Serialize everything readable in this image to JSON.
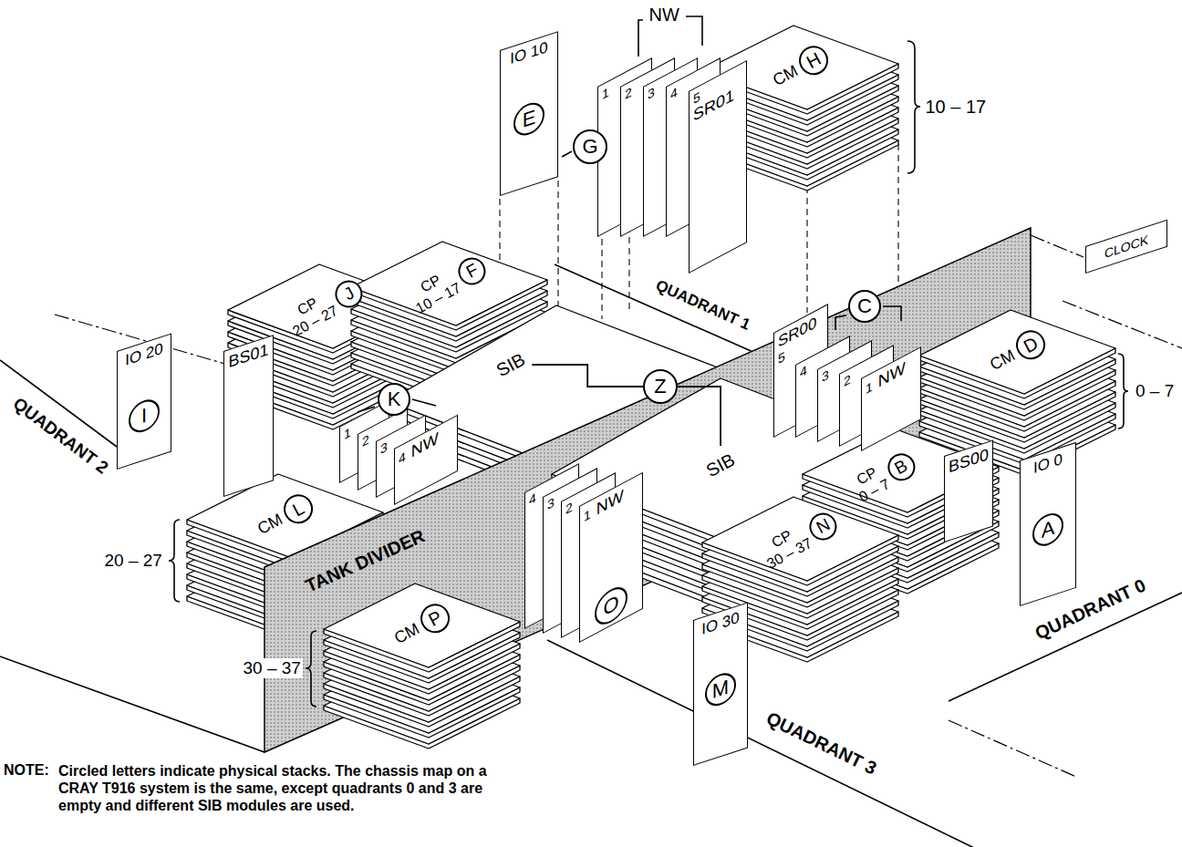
{
  "diagram": {
    "nodes": [
      {
        "text": [
          "IO 10"
        ]
      },
      {
        "text": [
          "E"
        ],
        "in": 0
      },
      {
        "text": [
          "1"
        ]
      },
      {
        "text": [
          "2"
        ]
      },
      {
        "text": [
          "3"
        ]
      },
      {
        "text": [
          "4"
        ]
      },
      {
        "text": [
          "5",
          "SR01"
        ]
      },
      {
        "text": [
          "G"
        ]
      },
      {
        "text": [
          "CM"
        ]
      },
      {
        "text": [
          "H"
        ],
        "in": 8
      },
      {
        "text": [
          "CLOCK"
        ]
      },
      {
        "text": [
          "CP",
          "10 – 17"
        ]
      },
      {
        "text": [
          "F"
        ],
        "in": 11
      },
      {
        "text": [
          "CP",
          "20 – 27"
        ]
      },
      {
        "text": [
          "J"
        ],
        "in": 13
      },
      {
        "text": [
          "IO 20"
        ]
      },
      {
        "text": [
          "I"
        ],
        "in": 15
      },
      {
        "text": [
          "BS01"
        ]
      },
      {
        "text": [
          "K"
        ]
      },
      {
        "text": [
          "1"
        ]
      },
      {
        "text": [
          "2"
        ]
      },
      {
        "text": [
          "3"
        ]
      },
      {
        "text": [
          "4",
          "NW"
        ]
      },
      {
        "text": [
          "SIB"
        ]
      },
      {
        "text": [
          "Z"
        ]
      },
      {
        "text": [
          "SIB"
        ]
      },
      {
        "text": [
          "C"
        ]
      },
      {
        "text": [
          "SR00",
          "5"
        ]
      },
      {
        "text": [
          "4"
        ]
      },
      {
        "text": [
          "3"
        ]
      },
      {
        "text": [
          "2"
        ]
      },
      {
        "text": [
          "1",
          "NW"
        ]
      },
      {
        "text": [
          "CM"
        ]
      },
      {
        "text": [
          "D"
        ],
        "in": 32
      },
      {
        "text": [
          "BS00"
        ]
      },
      {
        "text": [
          "IO 0"
        ]
      },
      {
        "text": [
          "A"
        ],
        "in": 35
      },
      {
        "text": [
          "CP",
          "0 – 7"
        ]
      },
      {
        "text": [
          "B"
        ],
        "in": 37
      },
      {
        "text": [
          "CP",
          "30 – 37"
        ]
      },
      {
        "text": [
          "N"
        ],
        "in": 39
      },
      {
        "text": [
          "CM"
        ]
      },
      {
        "text": [
          "L"
        ],
        "in": 41
      },
      {
        "text": [
          "CM"
        ]
      },
      {
        "text": [
          "P"
        ],
        "in": 43
      },
      {
        "text": [
          "4"
        ]
      },
      {
        "text": [
          "3"
        ]
      },
      {
        "text": [
          "2"
        ]
      },
      {
        "text": [
          "1",
          "NW"
        ]
      },
      {
        "text": [
          "O"
        ],
        "in": 48
      },
      {
        "text": [
          "IO 30"
        ]
      },
      {
        "text": [
          "M"
        ],
        "in": 50
      }
    ],
    "edges": [
      {
        "from": 24,
        "to": 23,
        "arrow": "none"
      },
      {
        "from": 24,
        "to": 25,
        "arrow": "none"
      }
    ],
    "labels": [
      "NW",
      "10 – 17",
      "QUADRANT 1",
      "0 – 7",
      "QUADRANT 2",
      "20 – 27",
      "TANK DIVIDER",
      "30 – 37",
      "QUADRANT 0",
      "QUADRANT 3",
      "NOTE:",
      "Circled letters indicate physical stacks. The chassis map on a CRAY T916 system is the same, except quadrants 0 and 3 are empty and different SIB modules are used."
    ]
  }
}
